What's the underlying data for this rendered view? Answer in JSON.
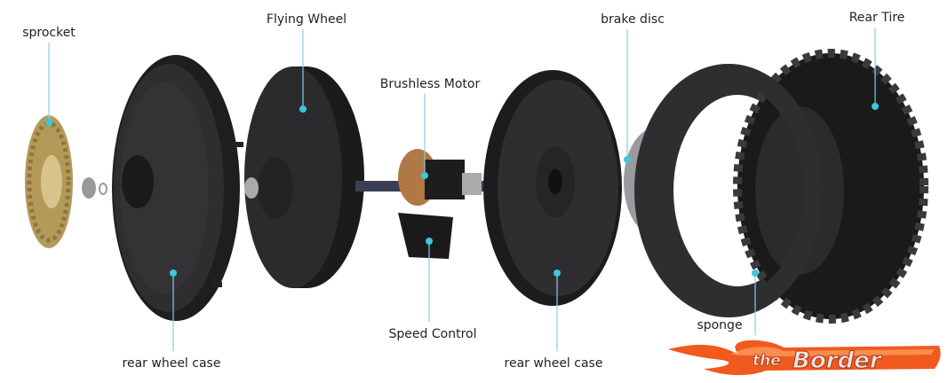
{
  "labels": {
    "sprocket": "sprocket",
    "flying_wheel": "Flying Wheel",
    "brushless_motor": "Brushless Motor",
    "brake_disc": "brake disc",
    "rear_tire": "Rear Tire",
    "rear_wheel_case_left": "rear wheel case",
    "speed_control": "Speed Control",
    "rear_wheel_case_right": "rear wheel case",
    "sponge": "sponge"
  },
  "logo": {
    "text": "the Border"
  },
  "colors": {
    "leader": "#7fd3e2",
    "dot": "#3ec8d8",
    "part": "#2a2a2c",
    "sprocket": "#b8a060",
    "logo": "#f05a1e"
  }
}
